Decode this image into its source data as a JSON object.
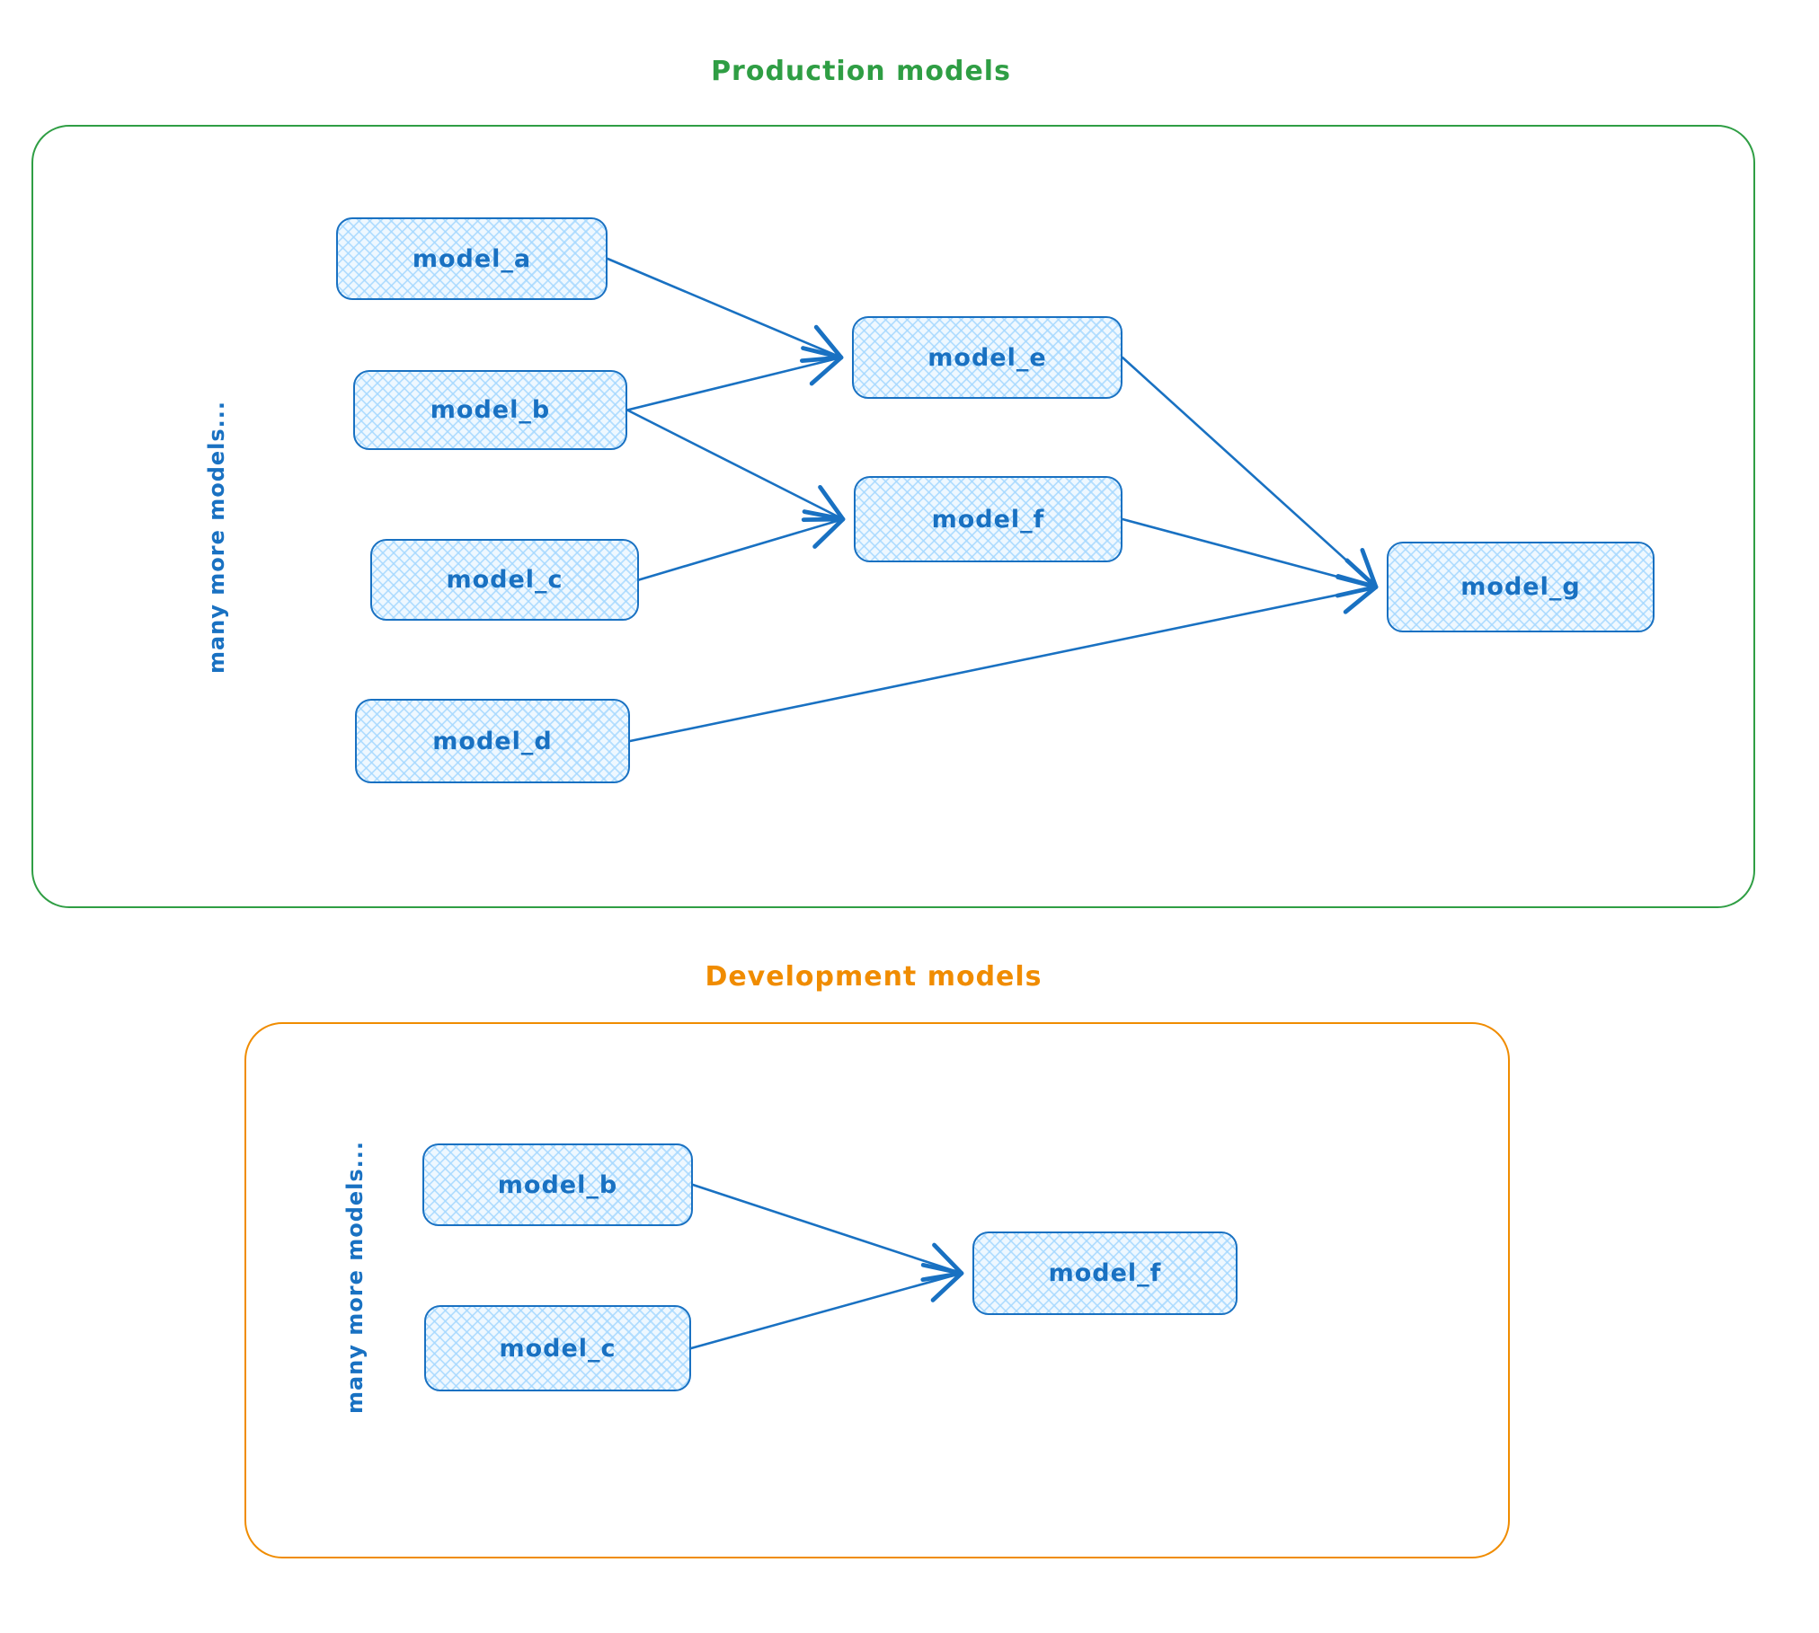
{
  "colors": {
    "node_stroke": "#1971c2",
    "node_fill": "#a5d8ff",
    "production_accent": "#2f9e44",
    "development_accent": "#f08c00"
  },
  "production": {
    "title": "Production models",
    "side_label": "many more models...",
    "nodes": {
      "model_a": {
        "label": "model_a"
      },
      "model_b": {
        "label": "model_b"
      },
      "model_c": {
        "label": "model_c"
      },
      "model_d": {
        "label": "model_d"
      },
      "model_e": {
        "label": "model_e"
      },
      "model_f": {
        "label": "model_f"
      },
      "model_g": {
        "label": "model_g"
      }
    }
  },
  "development": {
    "title": "Development models",
    "side_label": "many more models...",
    "nodes": {
      "model_b": {
        "label": "model_b"
      },
      "model_c": {
        "label": "model_c"
      },
      "model_f": {
        "label": "model_f"
      }
    }
  },
  "edges": {
    "production": [
      {
        "from": "model_a",
        "to": "model_e"
      },
      {
        "from": "model_b",
        "to": "model_e"
      },
      {
        "from": "model_b",
        "to": "model_f"
      },
      {
        "from": "model_c",
        "to": "model_f"
      },
      {
        "from": "model_e",
        "to": "model_g"
      },
      {
        "from": "model_f",
        "to": "model_g"
      },
      {
        "from": "model_d",
        "to": "model_g"
      }
    ],
    "development": [
      {
        "from": "model_b",
        "to": "model_f"
      },
      {
        "from": "model_c",
        "to": "model_f"
      }
    ]
  }
}
